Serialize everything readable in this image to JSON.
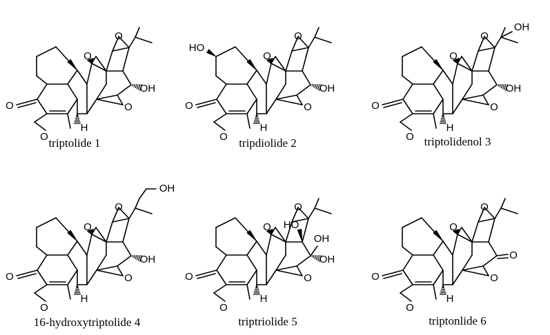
{
  "figure": {
    "compounds": [
      {
        "caption": "triptolide 1",
        "labels": {
          "ketone": "O",
          "oxa": "O",
          "oh": "OH",
          "h": "H"
        }
      },
      {
        "caption": "tripdiolide 2",
        "labels": {
          "ketone": "O",
          "oxa": "O",
          "oh": "OH",
          "h": "H",
          "oh2": "HO"
        }
      },
      {
        "caption": "triptolidenol 3",
        "labels": {
          "ketone": "O",
          "oxa": "O",
          "oh": "OH",
          "h": "H",
          "oh_side": "OH"
        }
      },
      {
        "caption": "16-hydroxytriptolide 4",
        "labels": {
          "ketone": "O",
          "oxa": "O",
          "oh": "OH",
          "h": "H",
          "oh_side": "OH"
        }
      },
      {
        "caption": "triptriolide 5",
        "labels": {
          "ketone": "O",
          "oxa": "O",
          "oh": "OH",
          "h": "H",
          "ho_top": "HO",
          "oh_mid": "OH"
        }
      },
      {
        "caption": "triptonlide 6",
        "labels": {
          "ketone": "O",
          "oxa": "O",
          "h": "H",
          "oxo": "O"
        }
      }
    ]
  }
}
